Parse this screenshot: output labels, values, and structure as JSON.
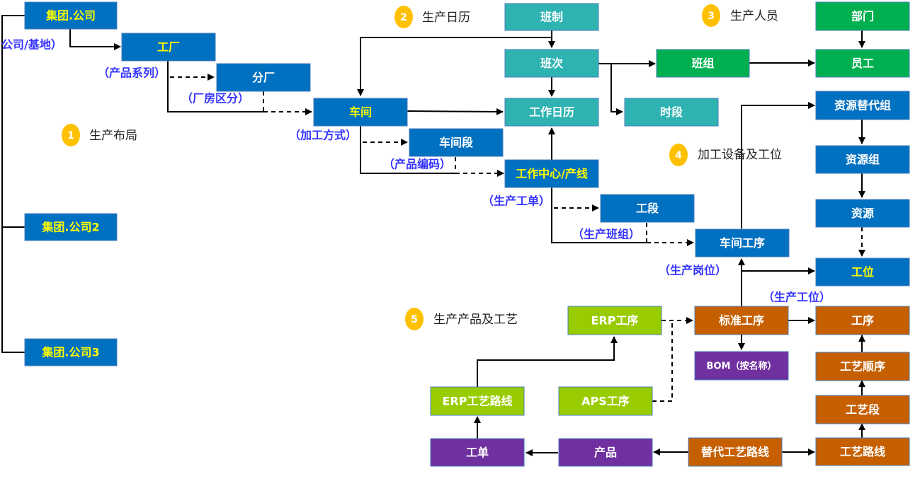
{
  "colors": {
    "blue": "#0070c0",
    "teal": "#2eb3b2",
    "green": "#00b050",
    "lime": "#99cc00",
    "orange": "#c65f00",
    "purple": "#7030a0",
    "yellow_text": "#ffff00",
    "white_text": "#ffffff",
    "note_text": "#3333ff",
    "badge": "#ffc000",
    "line": "#000000"
  },
  "sections": [
    {
      "num": "1",
      "label": "生产布局"
    },
    {
      "num": "2",
      "label": "生产日历"
    },
    {
      "num": "3",
      "label": "生产人员"
    },
    {
      "num": "4",
      "label": "加工设备及工位"
    },
    {
      "num": "5",
      "label": "生产产品及工艺"
    }
  ],
  "nodes": {
    "group_company": {
      "label": "集团.公司",
      "color": "blue",
      "text": "yellow_text"
    },
    "group_company_2": {
      "label": "集团.公司2",
      "color": "blue",
      "text": "yellow_text"
    },
    "group_company_3": {
      "label": "集团.公司3",
      "color": "blue",
      "text": "yellow_text"
    },
    "factory": {
      "label": "工厂",
      "color": "blue",
      "text": "yellow_text"
    },
    "sub_factory": {
      "label": "分厂",
      "color": "blue",
      "text": "white_text"
    },
    "workshop": {
      "label": "车间",
      "color": "blue",
      "text": "yellow_text"
    },
    "workshop_section": {
      "label": "车间段",
      "color": "blue",
      "text": "white_text"
    },
    "work_center": {
      "label": "工作中心/产线",
      "color": "blue",
      "text": "yellow_text"
    },
    "section": {
      "label": "工段",
      "color": "blue",
      "text": "white_text"
    },
    "workshop_process": {
      "label": "车间工序",
      "color": "blue",
      "text": "white_text"
    },
    "shift_system": {
      "label": "班制",
      "color": "teal",
      "text": "white_text"
    },
    "shift": {
      "label": "班次",
      "color": "teal",
      "text": "white_text"
    },
    "work_calendar": {
      "label": "工作日历",
      "color": "teal",
      "text": "white_text"
    },
    "time_period": {
      "label": "时段",
      "color": "teal",
      "text": "white_text"
    },
    "team": {
      "label": "班组",
      "color": "green",
      "text": "white_text"
    },
    "department": {
      "label": "部门",
      "color": "green",
      "text": "white_text"
    },
    "employee": {
      "label": "员工",
      "color": "green",
      "text": "white_text"
    },
    "resource_alt_group": {
      "label": "资源替代组",
      "color": "blue",
      "text": "white_text"
    },
    "resource_group": {
      "label": "资源组",
      "color": "blue",
      "text": "white_text"
    },
    "resource": {
      "label": "资源",
      "color": "blue",
      "text": "white_text"
    },
    "station": {
      "label": "工位",
      "color": "blue",
      "text": "yellow_text"
    },
    "erp_process": {
      "label": "ERP工序",
      "color": "lime",
      "text": "white_text"
    },
    "erp_route": {
      "label": "ERP工艺路线",
      "color": "lime",
      "text": "white_text"
    },
    "aps_process": {
      "label": "APS工序",
      "color": "lime",
      "text": "white_text"
    },
    "standard_process": {
      "label": "标准工序",
      "color": "orange",
      "text": "white_text"
    },
    "bom": {
      "label": "BOM（按名称）",
      "color": "purple",
      "text": "white_text"
    },
    "process": {
      "label": "工序",
      "color": "orange",
      "text": "white_text"
    },
    "process_order": {
      "label": "工艺顺序",
      "color": "orange",
      "text": "white_text"
    },
    "process_segment": {
      "label": "工艺段",
      "color": "orange",
      "text": "white_text"
    },
    "process_route": {
      "label": "工艺路线",
      "color": "orange",
      "text": "white_text"
    },
    "alt_process_route": {
      "label": "替代工艺路线",
      "color": "orange",
      "text": "white_text"
    },
    "product": {
      "label": "产品",
      "color": "purple",
      "text": "white_text"
    },
    "work_order": {
      "label": "工单",
      "color": "purple",
      "text": "white_text"
    }
  },
  "notes": {
    "company_base": "公司/基地）",
    "product_series": "（产品系列）",
    "plant_division": "（厂房区分）",
    "processing_method": "（加工方式）",
    "product_code": "（产品编码）",
    "production_order": "（生产工单）",
    "production_team": "（生产班组）",
    "production_post": "（生产岗位）",
    "production_station": "（生产工位）"
  }
}
